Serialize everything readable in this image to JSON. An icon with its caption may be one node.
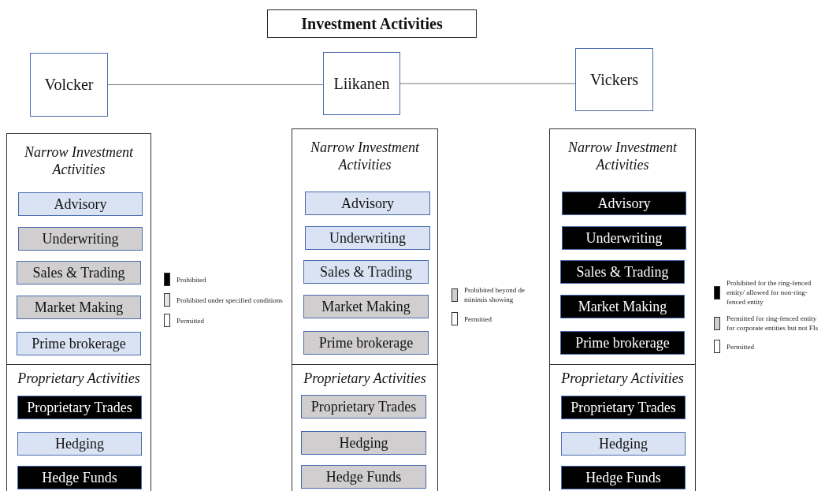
{
  "diagram": {
    "title": "Investment Activities",
    "nodes": [
      {
        "text": [
          "Volcker"
        ]
      },
      {
        "text": [
          "Liikanen"
        ]
      },
      {
        "text": [
          "Vickers"
        ]
      },
      {
        "text": [
          "Narrow Investment Activities"
        ]
      },
      {
        "text": [
          "Advisory"
        ],
        "in": 3
      },
      {
        "text": [
          "Underwriting"
        ],
        "in": 3
      },
      {
        "text": [
          "Sales & Trading"
        ],
        "in": 3
      },
      {
        "text": [
          "Market Making"
        ],
        "in": 3
      },
      {
        "text": [
          "Prime brokerage"
        ],
        "in": 3
      },
      {
        "text": [
          "Proprietary Activities"
        ]
      },
      {
        "text": [
          "Proprietary Trades"
        ],
        "in": 9
      },
      {
        "text": [
          "Hedging"
        ],
        "in": 9
      },
      {
        "text": [
          "Hedge Funds"
        ],
        "in": 9
      },
      {
        "text": [
          "Narrow Investment Activities"
        ]
      },
      {
        "text": [
          "Advisory"
        ],
        "in": 13
      },
      {
        "text": [
          "Underwriting"
        ],
        "in": 13
      },
      {
        "text": [
          "Sales & Trading"
        ],
        "in": 13
      },
      {
        "text": [
          "Market Making"
        ],
        "in": 13
      },
      {
        "text": [
          "Prime brokerage"
        ],
        "in": 13
      },
      {
        "text": [
          "Proprietary Activities"
        ]
      },
      {
        "text": [
          "Proprietary Trades"
        ],
        "in": 19
      },
      {
        "text": [
          "Hedging"
        ],
        "in": 19
      },
      {
        "text": [
          "Hedge Funds"
        ],
        "in": 19
      },
      {
        "text": [
          "Narrow Investment Activities"
        ]
      },
      {
        "text": [
          "Advisory"
        ],
        "in": 23
      },
      {
        "text": [
          "Underwriting"
        ],
        "in": 23
      },
      {
        "text": [
          "Sales & Trading"
        ],
        "in": 23
      },
      {
        "text": [
          "Market Making"
        ],
        "in": 23
      },
      {
        "text": [
          "Prime brokerage"
        ],
        "in": 23
      },
      {
        "text": [
          "Proprietary Activities"
        ]
      },
      {
        "text": [
          "Proprietary Trades"
        ],
        "in": 29
      },
      {
        "text": [
          "Hedging"
        ],
        "in": 29
      },
      {
        "text": [
          "Hedge Funds"
        ],
        "in": 29
      }
    ],
    "edges": [
      {
        "from": 0,
        "to": 1,
        "arrow": "none"
      },
      {
        "from": 1,
        "to": 2,
        "arrow": "none"
      }
    ],
    "legend": [
      {
        "text": "Prohibited",
        "color": "#000000"
      },
      {
        "text": "Prohibited under specified conditions",
        "color": "#e7e6e6"
      },
      {
        "text": "Permitted",
        "color": "#ffffff"
      },
      {
        "text": "Prohibited beyond de minimis showing",
        "color": "#d0cece"
      },
      {
        "text": "Permitted",
        "color": "#ffffff"
      },
      {
        "text": "Prohibited for the ring-fenced entity/ allowed for non-ring-fenced entity",
        "color": "#000000"
      },
      {
        "text": "Permitted for ring-fenced entity for corporate entities but not FIs",
        "color": "#d0cece"
      },
      {
        "text": "Permitted",
        "color": "#ffffff"
      }
    ]
  }
}
